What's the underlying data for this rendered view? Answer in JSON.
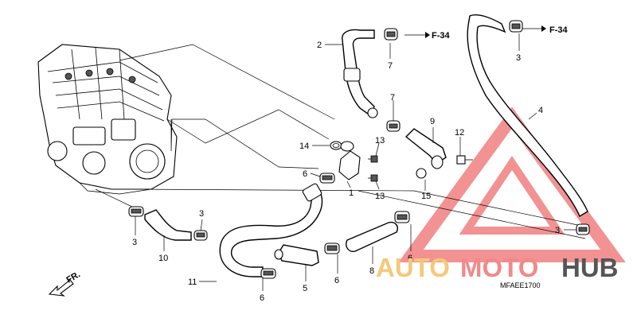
{
  "diagram": {
    "code": "MFAEE1700",
    "front_label": "FR.",
    "refs": [
      {
        "id": "ref-top-left",
        "label": "F-34"
      },
      {
        "id": "ref-top-right",
        "label": "F-34"
      }
    ],
    "callouts": [
      {
        "key": "c2",
        "label": "2"
      },
      {
        "key": "c7a",
        "label": "7"
      },
      {
        "key": "c7b",
        "label": "7"
      },
      {
        "key": "c3a",
        "label": "3"
      },
      {
        "key": "c4",
        "label": "4"
      },
      {
        "key": "c9",
        "label": "9"
      },
      {
        "key": "c12",
        "label": "12"
      },
      {
        "key": "c14",
        "label": "14"
      },
      {
        "key": "c13a",
        "label": "13"
      },
      {
        "key": "c13b",
        "label": "13"
      },
      {
        "key": "c6a",
        "label": "6"
      },
      {
        "key": "c1",
        "label": "1"
      },
      {
        "key": "c15",
        "label": "15"
      },
      {
        "key": "c3b",
        "label": "3"
      },
      {
        "key": "c3c",
        "label": "3"
      },
      {
        "key": "c3d",
        "label": "3"
      },
      {
        "key": "c10",
        "label": "10"
      },
      {
        "key": "c11",
        "label": "11"
      },
      {
        "key": "c6b",
        "label": "6"
      },
      {
        "key": "c5",
        "label": "5"
      },
      {
        "key": "c6c",
        "label": "6"
      },
      {
        "key": "c8",
        "label": "8"
      },
      {
        "key": "c6d",
        "label": "6"
      }
    ]
  },
  "watermark": {
    "part1": "AUTO",
    "part2": "MOTO",
    "part3": "HUB",
    "colors": {
      "auto": "#f4c97a",
      "moto": "#f08a8a",
      "hub": "#555555",
      "triangle": "#f08080"
    }
  }
}
